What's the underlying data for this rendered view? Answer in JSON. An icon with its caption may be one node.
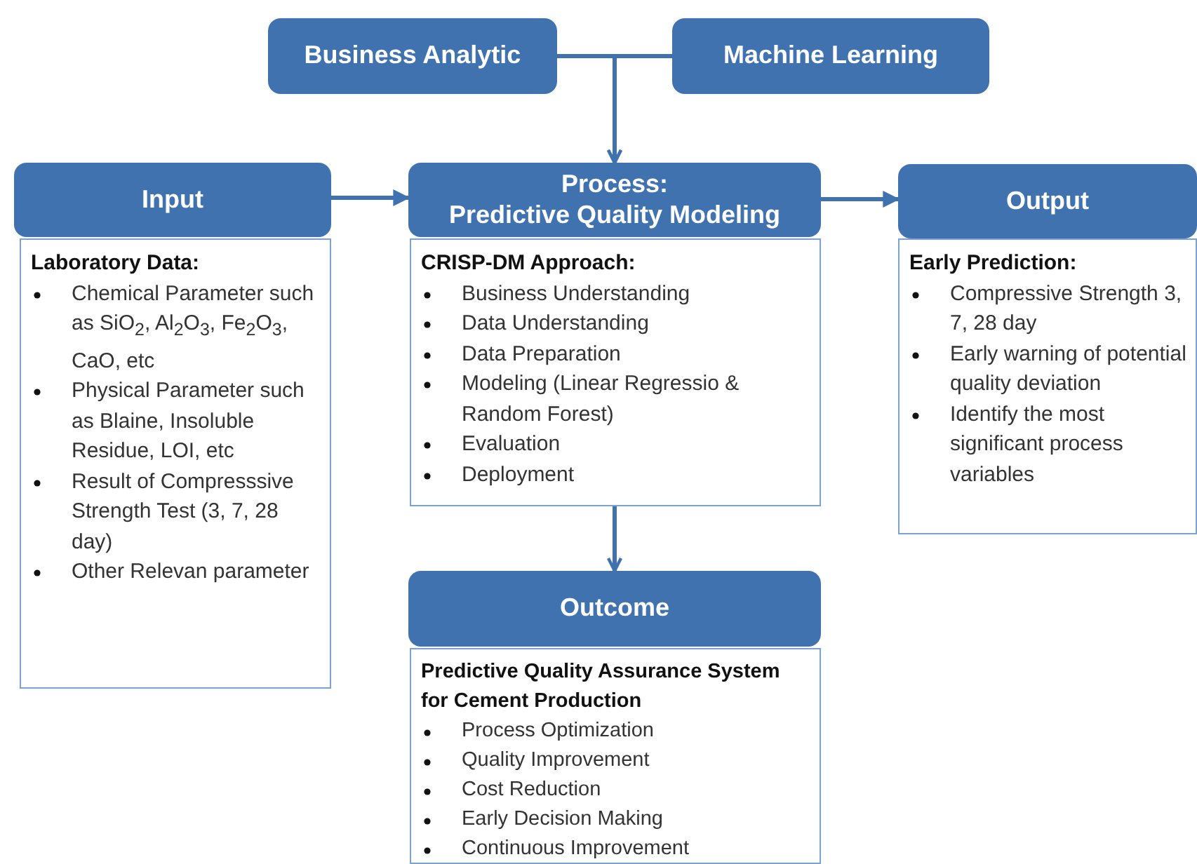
{
  "diagram": {
    "nodes": [
      {
        "text": [
          "Business Analytic"
        ]
      },
      {
        "text": [
          "Machine Learning"
        ]
      },
      {
        "text": [
          "Input"
        ]
      },
      {
        "text": [
          "Laboratory Data:",
          "Chemical Parameter such as SiO$_{2}$, Al$_{2}$O$_{3}$, Fe$_{2}$O$_{3}$, CaO, etc",
          "Physical Parameter such as Blaine, Insoluble Residue, LOI, etc",
          "Result of Compresssive Strength Test (3, 7, 28 day)",
          "Other Relevan parameter"
        ]
      },
      {
        "text": [
          "Process:",
          "Predictive Quality Modeling"
        ]
      },
      {
        "text": [
          "CRISP-DM Approach:",
          "Business Understanding",
          "Data Understanding",
          "Data Preparation",
          "Modeling (Linear Regressio & Random Forest)",
          "Evaluation",
          "Deployment"
        ]
      },
      {
        "text": [
          "Output"
        ]
      },
      {
        "text": [
          "Early Prediction:",
          "Compressive Strength 3, 7, 28 day",
          "Early warning of potential quality deviation",
          "Identify the most significant process variables"
        ]
      },
      {
        "text": [
          "Outcome"
        ]
      },
      {
        "text": [
          "Predictive Quality Assurance System for Cement Production",
          "Process Optimization",
          "Quality Improvement",
          "Cost Reduction",
          "Early Decision Making",
          "Continuous Improvement"
        ]
      }
    ],
    "edges": [
      {
        "from": 0,
        "to": 4,
        "arrow": "to"
      },
      {
        "from": 1,
        "to": 4,
        "arrow": "to"
      },
      {
        "from": 2,
        "to": 4,
        "arrow": "to"
      },
      {
        "from": 4,
        "to": 6,
        "arrow": "to"
      },
      {
        "from": 5,
        "to": 8,
        "arrow": "to"
      }
    ]
  }
}
